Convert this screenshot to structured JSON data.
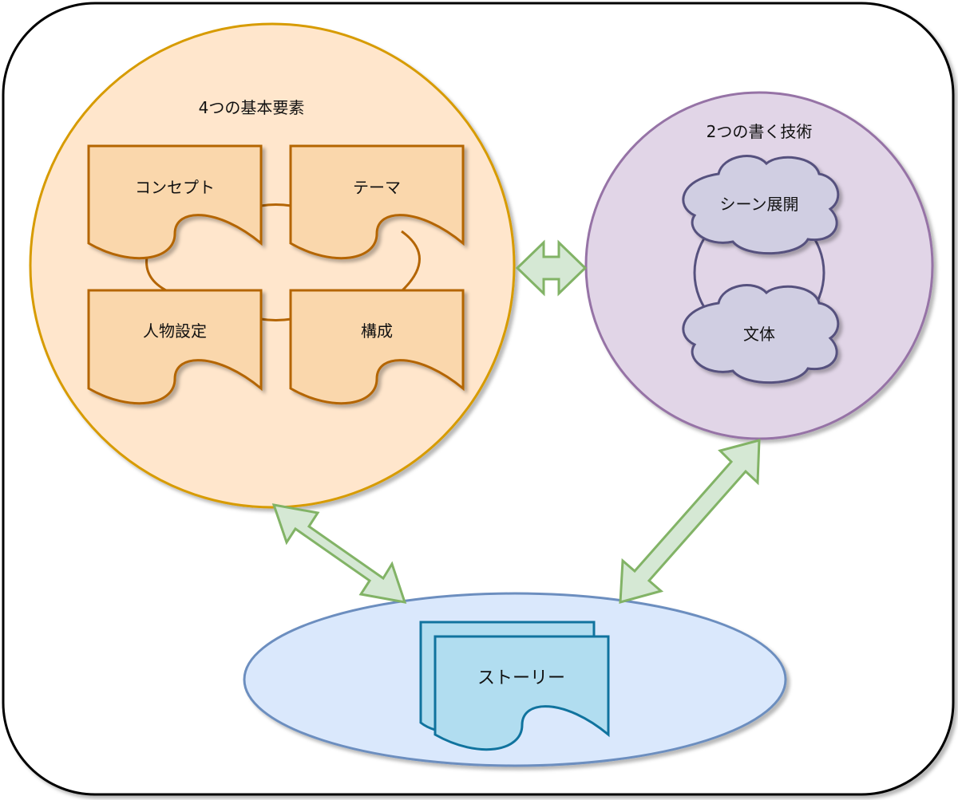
{
  "groups": {
    "elements": {
      "title": "4つの基本要素",
      "items": {
        "concept": "コンセプト",
        "theme": "テーマ",
        "character": "人物設定",
        "structure": "構成"
      }
    },
    "techniques": {
      "title": "2つの書く技術",
      "items": {
        "scene": "シーン展開",
        "style": "文体"
      }
    },
    "story": {
      "label": "ストーリー"
    }
  },
  "colors": {
    "elements_fill": "#ffe6cc",
    "elements_stroke": "#d79b00",
    "doc_fill": "#fad7ac",
    "doc_stroke": "#b46504",
    "techniques_fill": "#e1d5e7",
    "techniques_stroke": "#9673a6",
    "cloud_fill": "#d0cee2",
    "cloud_stroke": "#56517e",
    "story_fill": "#dae8fc",
    "story_stroke": "#6c8ebf",
    "story_doc_fill": "#b1ddf0",
    "story_doc_stroke": "#10739e",
    "arrow_fill": "#d5e8d4",
    "arrow_stroke": "#82b366"
  }
}
